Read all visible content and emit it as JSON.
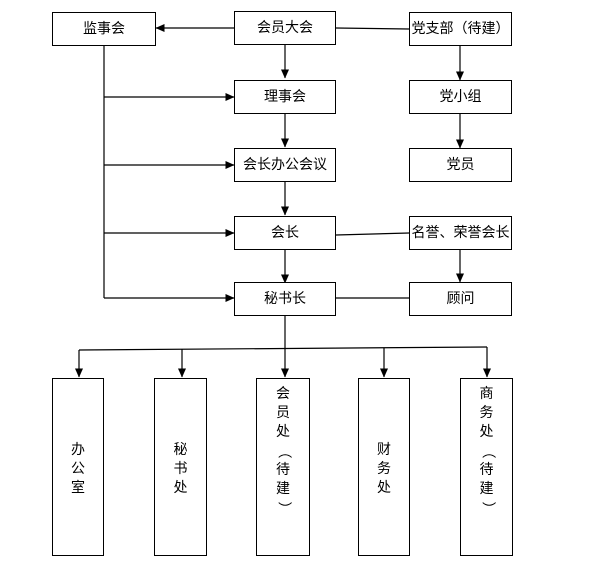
{
  "nodes": {
    "supervisory_board": "监事会",
    "general_assembly": "会员大会",
    "party_branch": "党支部（待建）",
    "council": "理事会",
    "party_group": "党小组",
    "president_office_meeting": "会长办公会议",
    "party_members": "党员",
    "president": "会长",
    "honorary_presidents": "名誉、荣誉会长",
    "secretary_general": "秘书长",
    "advisors": "顾问",
    "departments": {
      "general_office": [
        "办",
        "公",
        "室"
      ],
      "secretariat": [
        "秘",
        "书",
        "处"
      ],
      "membership_dept": [
        "会",
        "员",
        "处",
        "（",
        "待",
        "建",
        "）"
      ],
      "finance_dept": [
        "财",
        "务",
        "处"
      ],
      "business_dept": [
        "商",
        "务",
        "处",
        "（",
        "待",
        "建",
        "）"
      ]
    }
  }
}
